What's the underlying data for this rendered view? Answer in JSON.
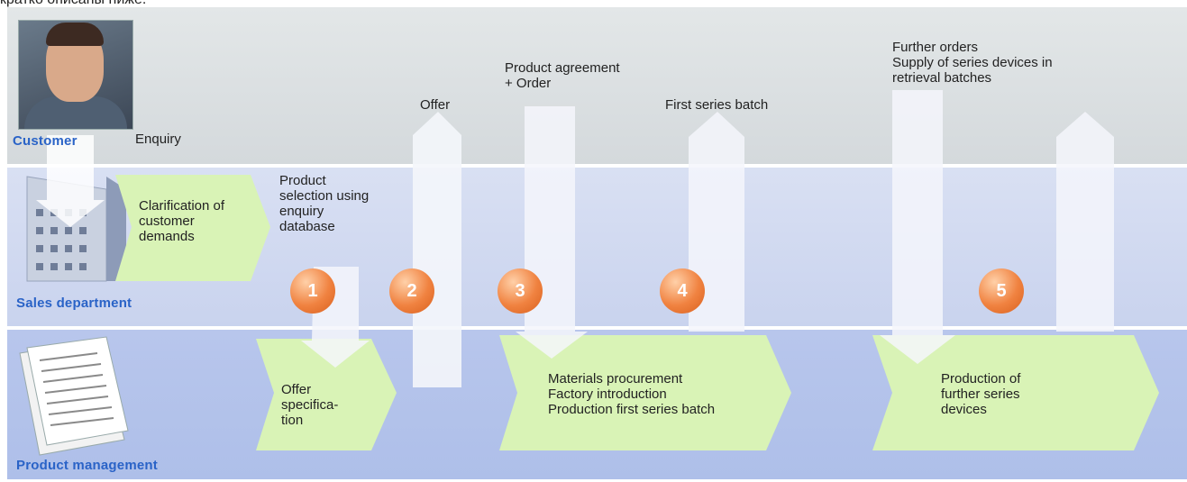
{
  "top_caption": "кратко описаны ниже.",
  "lanes": {
    "customer": "Customer",
    "sales": "Sales department",
    "product": "Product management"
  },
  "labels": {
    "enquiry": "Enquiry",
    "offer": "Offer",
    "agreement": "Product agreement\n+ Order",
    "first_batch": "First series batch",
    "further": "Further orders\nSupply of series devices in\nretrieval batches",
    "clarification": "Clarification of\ncustomer\ndemands",
    "selection": "Product\nselection using\nenquiry\ndatabase",
    "offer_spec": "Offer\nspecifica-\ntion",
    "materials": "Materials procurement\nFactory introduction\nProduction first series batch",
    "production": "Production of\nfurther series\ndevices"
  },
  "steps": [
    "1",
    "2",
    "3",
    "4",
    "5"
  ],
  "colors": {
    "lane_label": "#2a63c7",
    "chevron": "#d9f3b6",
    "step_circle": "#f08240"
  }
}
